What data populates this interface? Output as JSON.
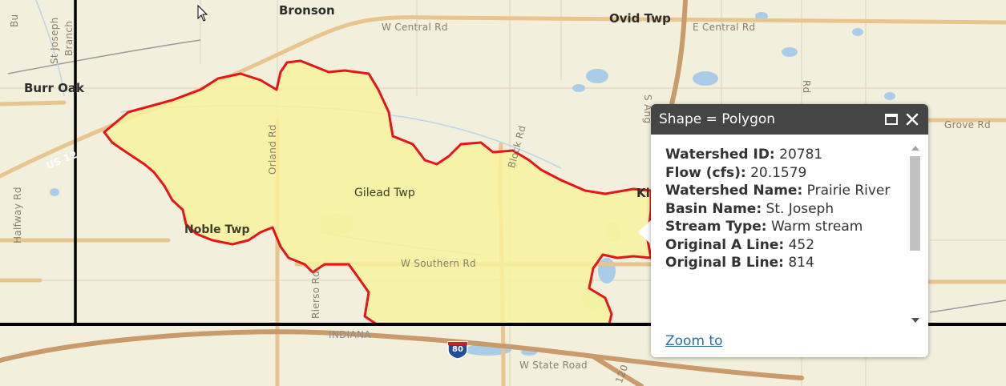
{
  "map": {
    "places": {
      "bronson": "Bronson",
      "ovid": "Ovid Twp",
      "burr_oak": "Burr Oak",
      "gilead": "Gilead Twp",
      "noble": "Noble Twp",
      "kinderhook_partial": "Ki",
      "indiana": "INDIANA"
    },
    "roads": {
      "w_central": "W Central Rd",
      "e_central": "E Central Rd",
      "grove": "Grove Rd",
      "us12": "US 12",
      "halfway": "Halfway Rd",
      "orland": "Orland Rd",
      "block": "Block Rd",
      "w_southern": "W Southern Rd",
      "rierson": "Rierso Rd",
      "w_state": "W State Road",
      "st_joseph": "St Joseph",
      "branch": "Branch",
      "s_angola": "S Ang",
      "rd_right": "Rd",
      "bu_left": "Bu",
      "route_120": "120"
    },
    "interstate_number": "80",
    "colors": {
      "land": "#f2efdc",
      "watershed_fill": "#f7f29e",
      "watershed_outline": "#e8141a",
      "state_line": "#000000",
      "major_road": "#e8c48f",
      "highway": "#c99a6b",
      "water": "#a9cde8"
    }
  },
  "popup": {
    "title": "Shape = Polygon",
    "maximize_icon": "maximize-icon",
    "close_icon": "close-icon",
    "attributes": [
      {
        "key": "Watershed ID:",
        "value": "20781"
      },
      {
        "key": "Flow (cfs):",
        "value": "20.1579"
      },
      {
        "key": "Watershed Name:",
        "value": "Prairie River"
      },
      {
        "key": "Basin Name:",
        "value": "St. Joseph"
      },
      {
        "key": "Stream Type:",
        "value": "Warm stream"
      },
      {
        "key": "Original A Line:",
        "value": "452"
      },
      {
        "key": "Original B Line:",
        "value": "814"
      }
    ],
    "zoom_link": "Zoom to"
  }
}
